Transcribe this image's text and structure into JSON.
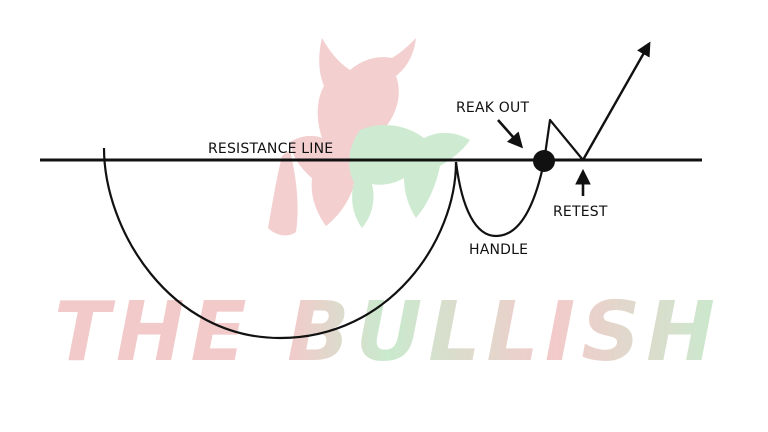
{
  "labels": {
    "resistance": "RESISTANCE LINE",
    "breakout": "REAK OUT",
    "retest": "RETEST",
    "handle": "HANDLE"
  },
  "watermark": {
    "text": "THE BULLISH",
    "red": "#e9a0a0",
    "green": "#9fd9a6"
  },
  "colors": {
    "ink": "#111111",
    "background": "#ffffff"
  }
}
